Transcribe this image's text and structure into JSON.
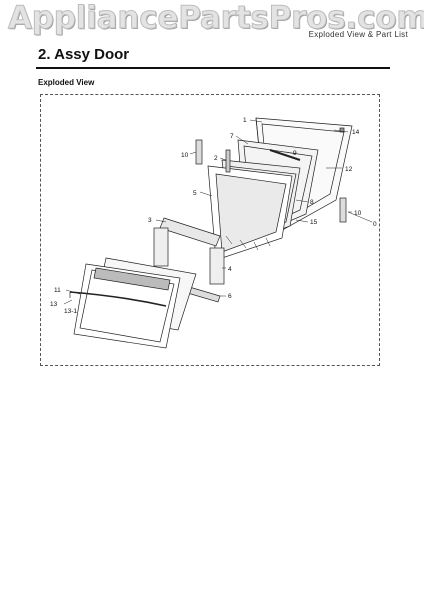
{
  "watermark": "AppliancePartsPros.com",
  "header": {
    "note": "Exploded View & Part List",
    "section_title": "2.  Assy Door",
    "sub_title": "Exploded View"
  },
  "callouts": {
    "c1": "1",
    "c2": "2",
    "c3": "3",
    "c4": "4",
    "c5": "5",
    "c6": "6",
    "c7": "7",
    "c8": "8",
    "c9": "9",
    "c10a": "10",
    "c10b": "10",
    "c11": "11",
    "c12": "12",
    "c13": "13",
    "c13_1": "13-1",
    "c14": "14",
    "c15": "15",
    "c0": "0"
  }
}
